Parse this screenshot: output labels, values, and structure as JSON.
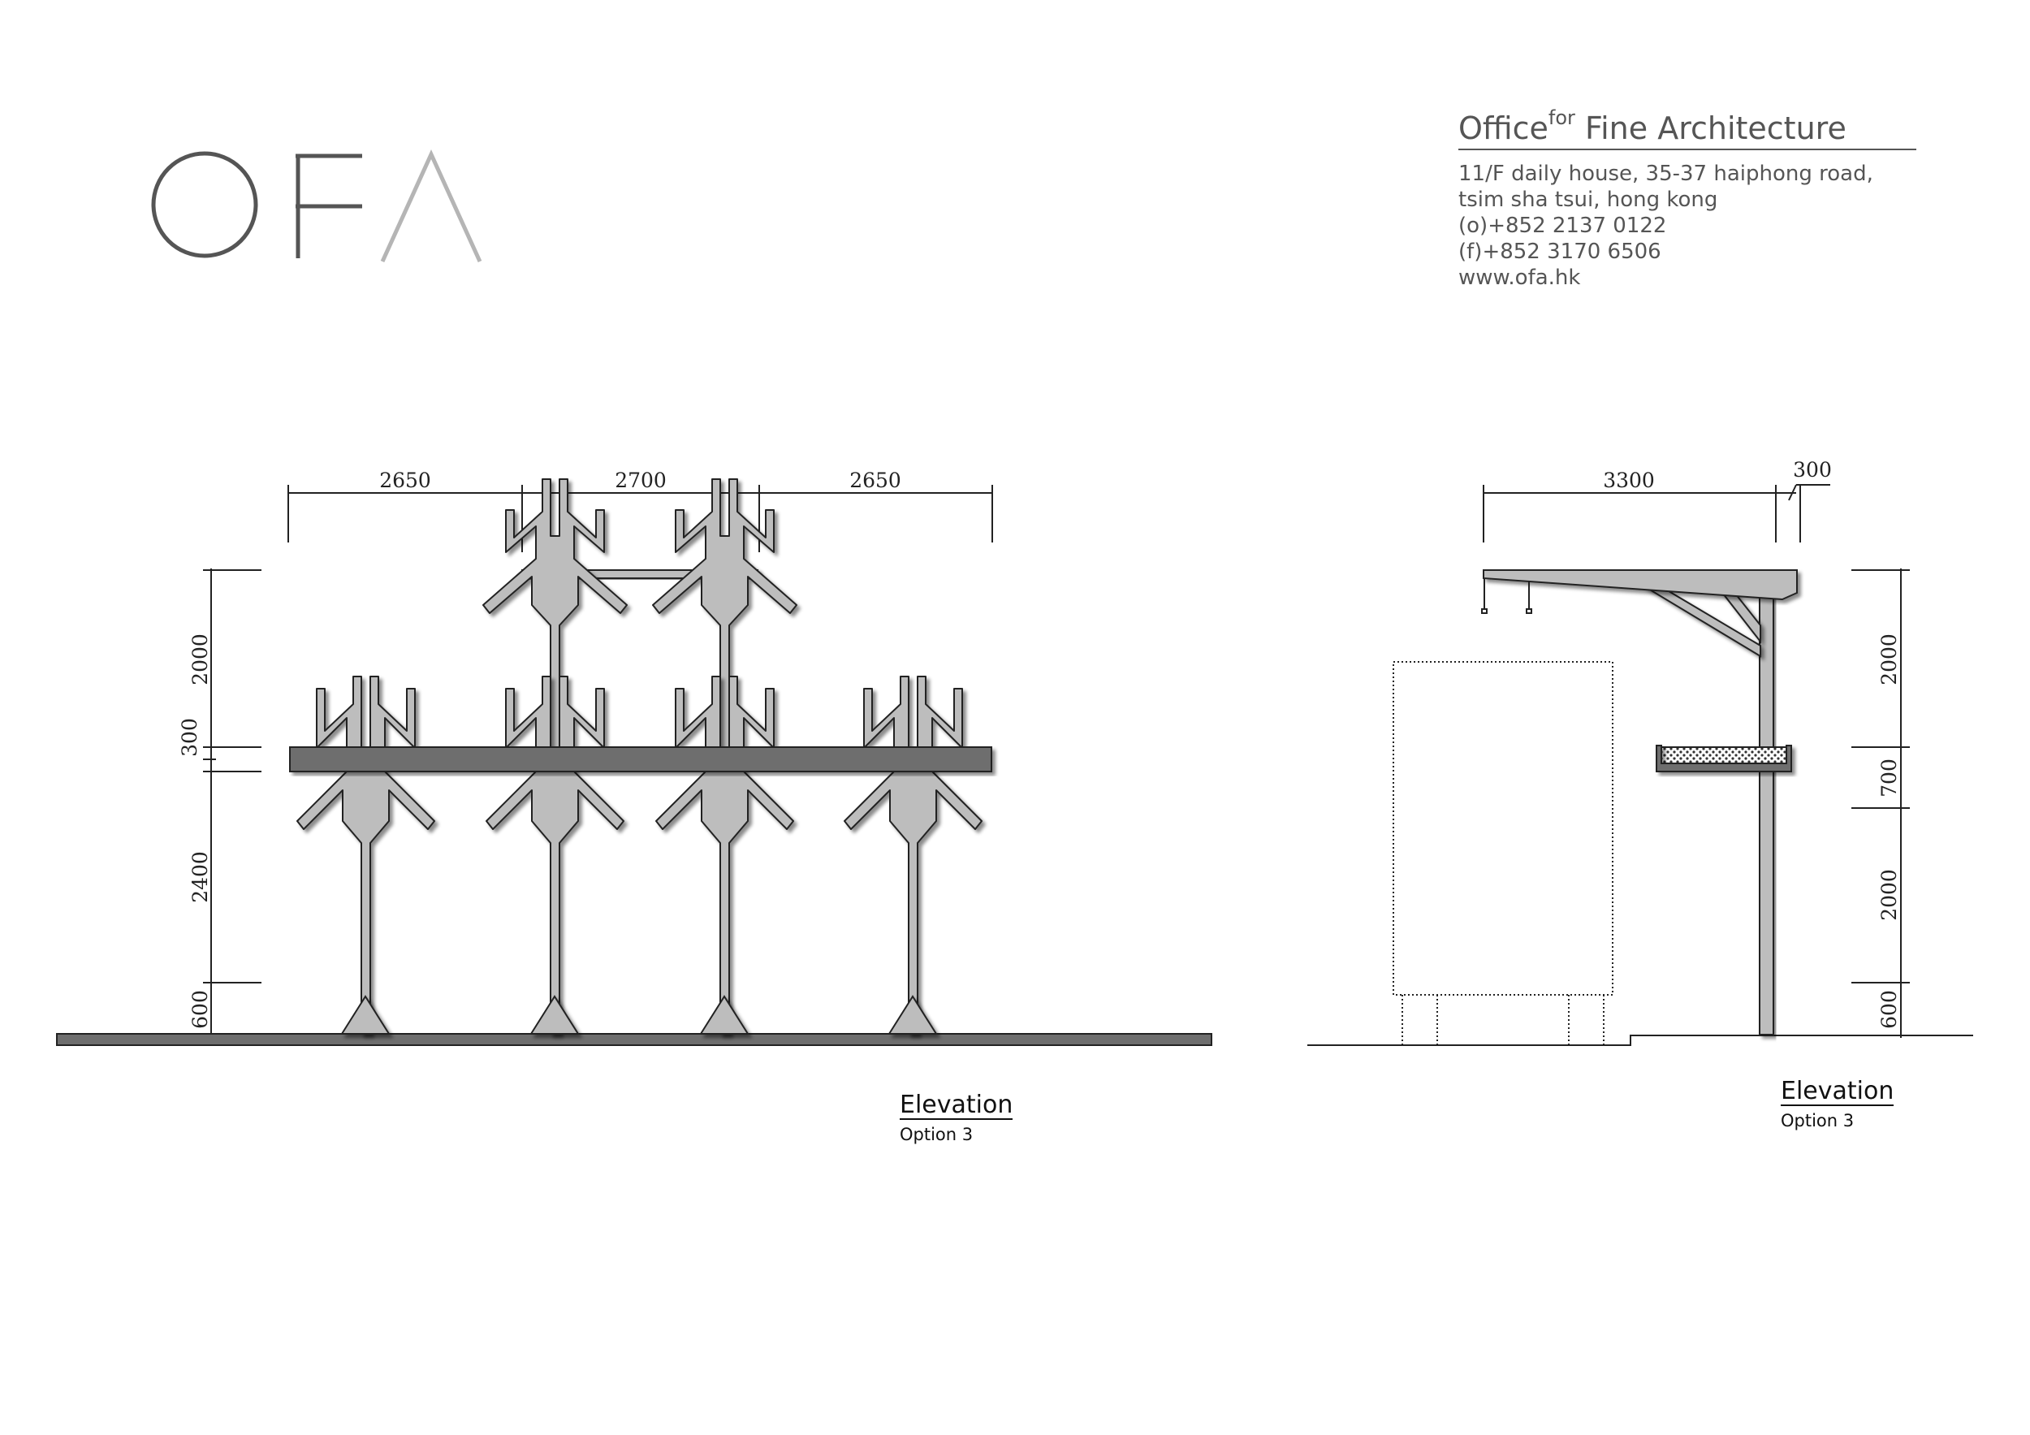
{
  "logo": {
    "letters": [
      "O",
      "F",
      "Λ"
    ]
  },
  "firm": {
    "name_main": "Office",
    "name_super": "for",
    "name_rest": " Fine Architecture",
    "address": [
      "11/F daily house, 35-37 haiphong road,",
      "tsim sha tsui, hong kong",
      "(o)+852 2137 0122",
      "(f)+852 3170 6506",
      "www.ofa.hk"
    ]
  },
  "front_elevation": {
    "horizontal_dims": [
      "2650",
      "2700",
      "2650"
    ],
    "vertical_dims": [
      "2000",
      "300",
      "2400",
      "600"
    ],
    "caption_title": "Elevation",
    "caption_sub": "Option 3"
  },
  "side_elevation": {
    "horizontal_dims": [
      "3300",
      "300"
    ],
    "vertical_dims": [
      "2000",
      "700",
      "2000",
      "600"
    ],
    "caption_title": "Elevation",
    "caption_sub": "Option 3"
  },
  "colors": {
    "structure_fill": "#bdbdbd",
    "slab_fill": "#6e6e6e",
    "line": "#222222",
    "logo_grey": "#555555",
    "logo_light": "#b5b5b5"
  }
}
